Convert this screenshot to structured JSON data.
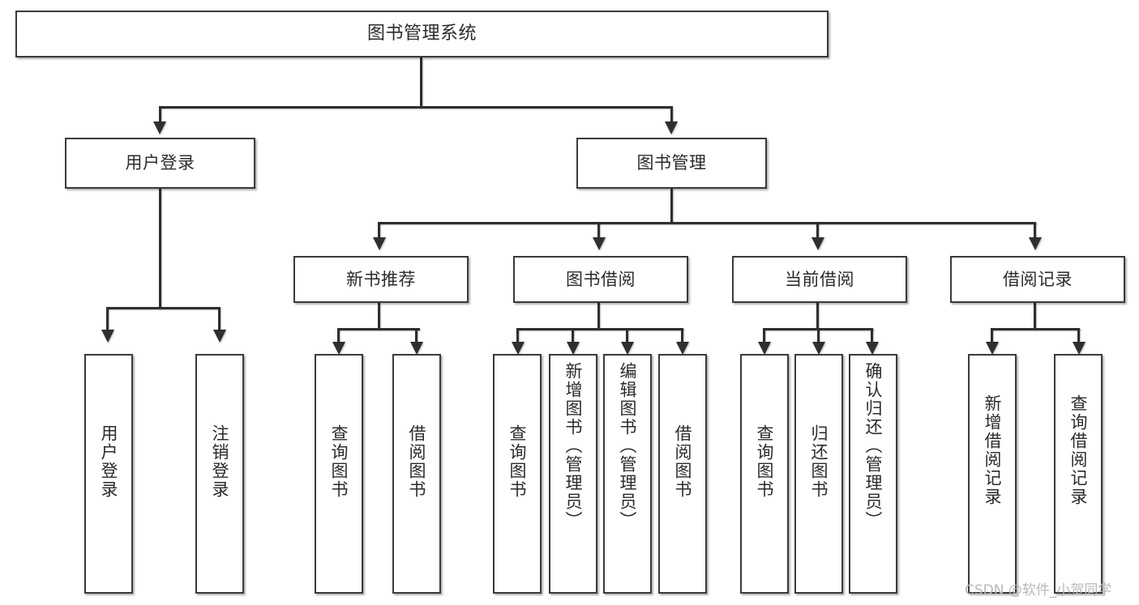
{
  "diagram": {
    "title": "图书管理系统",
    "type": "function-structure-tree",
    "root": {
      "label": "图书管理系统"
    },
    "level2": [
      {
        "id": "user-login",
        "label": "用户登录"
      },
      {
        "id": "book-manage",
        "label": "图书管理"
      }
    ],
    "level3": [
      {
        "id": "new-book-recommend",
        "label": "新书推荐",
        "parent": "book-manage"
      },
      {
        "id": "book-borrow",
        "label": "图书借阅",
        "parent": "book-manage"
      },
      {
        "id": "current-borrow",
        "label": "当前借阅",
        "parent": "book-manage"
      },
      {
        "id": "borrow-record",
        "label": "借阅记录",
        "parent": "book-manage"
      }
    ],
    "leaves": {
      "user_login": [
        {
          "id": "leaf-user-login",
          "label": "用户登录"
        },
        {
          "id": "leaf-user-logout",
          "label": "注销登录"
        }
      ],
      "new_book_recommend": [
        {
          "id": "leaf-query-book-1",
          "label": "查询图书"
        },
        {
          "id": "leaf-borrow-book-1",
          "label": "借阅图书"
        }
      ],
      "book_borrow": [
        {
          "id": "leaf-query-book-2",
          "label": "查询图书"
        },
        {
          "id": "leaf-add-book",
          "label": "新增图书（管理员）"
        },
        {
          "id": "leaf-edit-book",
          "label": "编辑图书（管理员）"
        },
        {
          "id": "leaf-borrow-book-2",
          "label": "借阅图书"
        }
      ],
      "current_borrow": [
        {
          "id": "leaf-query-book-3",
          "label": "查询图书"
        },
        {
          "id": "leaf-return-book",
          "label": "归还图书"
        },
        {
          "id": "leaf-confirm-return",
          "label": "确认归还（管理员）"
        }
      ],
      "borrow_record": [
        {
          "id": "leaf-add-record",
          "label": "新增借阅记录"
        },
        {
          "id": "leaf-query-record",
          "label": "查询借阅记录"
        }
      ]
    }
  },
  "watermark": {
    "text": "CSDN @软件_小贺同学"
  },
  "colors": {
    "box_border": "#3a3a3a",
    "box_fill": "#ffffff",
    "line": "#2f2f2f",
    "text": "#2b2b2b",
    "watermark": "#b8b8b8",
    "background": "#ffffff"
  }
}
